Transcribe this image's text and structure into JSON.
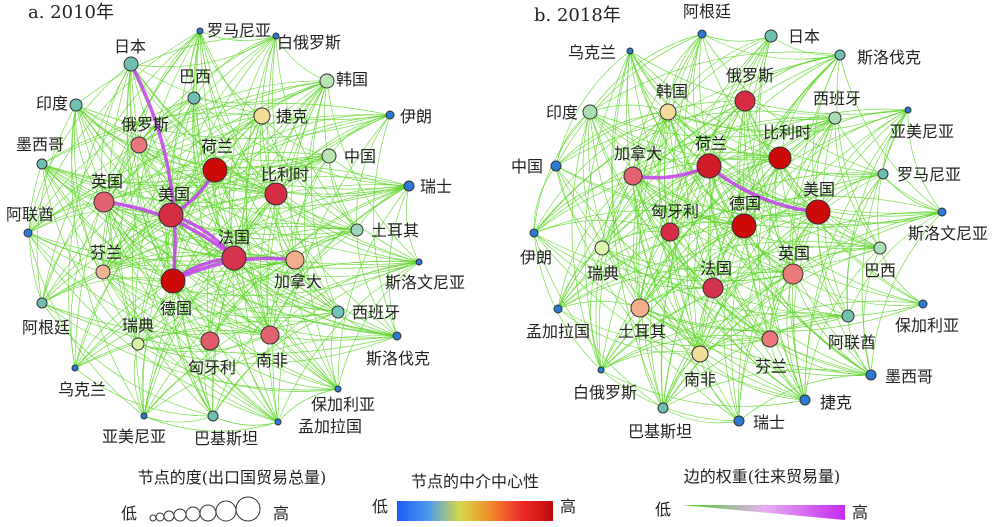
{
  "panels": [
    {
      "title": "a. 2010年",
      "nodes": [
        {
          "name": "日本",
          "color": "#6fbfb0"
        },
        {
          "name": "罗马尼亚",
          "color": "#2a7ad6"
        },
        {
          "name": "白俄罗斯",
          "color": "#2a7ad6"
        },
        {
          "name": "巴西",
          "color": "#6fbfb0"
        },
        {
          "name": "韩国",
          "color": "#b9e6b0"
        },
        {
          "name": "印度",
          "color": "#6fbfb0"
        },
        {
          "name": "捷克",
          "color": "#f2dc9a"
        },
        {
          "name": "伊朗",
          "color": "#2a7ad6"
        },
        {
          "name": "俄罗斯",
          "color": "#e8767a"
        },
        {
          "name": "墨西哥",
          "color": "#6fbfb0"
        },
        {
          "name": "荷兰",
          "color": "#cc0a0a"
        },
        {
          "name": "中国",
          "color": "#b9e6b0"
        },
        {
          "name": "比利时",
          "color": "#d62d44"
        },
        {
          "name": "瑞士",
          "color": "#2a7ad6"
        },
        {
          "name": "英国",
          "color": "#e0636f"
        },
        {
          "name": "美国",
          "color": "#d42d45"
        },
        {
          "name": "阿联酋",
          "color": "#2a7ad6"
        },
        {
          "name": "土耳其",
          "color": "#9ad6b8"
        },
        {
          "name": "法国",
          "color": "#d6344e"
        },
        {
          "name": "加拿大",
          "color": "#f2ae8a"
        },
        {
          "name": "芬兰",
          "color": "#f2b48e"
        },
        {
          "name": "德国",
          "color": "#cc0a0a"
        },
        {
          "name": "斯洛文尼亚",
          "color": "#2a7ad6"
        },
        {
          "name": "阿根廷",
          "color": "#6fbfb0"
        },
        {
          "name": "西班牙",
          "color": "#6fc6b6"
        },
        {
          "name": "瑞典",
          "color": "#d8f2a8"
        },
        {
          "name": "匈牙利",
          "color": "#e05a6a"
        },
        {
          "name": "南非",
          "color": "#e0636f"
        },
        {
          "name": "斯洛伐克",
          "color": "#2a7ad6"
        },
        {
          "name": "乌克兰",
          "color": "#2a7ad6"
        },
        {
          "name": "保加利亚",
          "color": "#2a7ad6"
        },
        {
          "name": "亚美尼亚",
          "color": "#2a7ad6"
        },
        {
          "name": "巴基斯坦",
          "color": "#6fbfb0"
        },
        {
          "name": "孟加拉国",
          "color": "#2a7ad6"
        }
      ],
      "highlight_edges": [
        [
          "日本",
          "德国"
        ],
        [
          "荷兰",
          "美国"
        ],
        [
          "美国",
          "法国"
        ],
        [
          "德国",
          "加拿大"
        ],
        [
          "英国",
          "法国"
        ],
        [
          "德国",
          "法国"
        ]
      ]
    },
    {
      "title": "b. 2018年",
      "nodes": [
        {
          "name": "阿根廷",
          "color": "#2a7ad6"
        },
        {
          "name": "日本",
          "color": "#6fbfb0"
        },
        {
          "name": "乌克兰",
          "color": "#2a7ad6"
        },
        {
          "name": "斯洛伐克",
          "color": "#6fbfb0"
        },
        {
          "name": "俄罗斯",
          "color": "#d62d44"
        },
        {
          "name": "韩国",
          "color": "#f2dc9a"
        },
        {
          "name": "印度",
          "color": "#a8e0b4"
        },
        {
          "name": "西班牙",
          "color": "#a8e0b4"
        },
        {
          "name": "亚美尼亚",
          "color": "#2a7ad6"
        },
        {
          "name": "比利时",
          "color": "#cc0a0a"
        },
        {
          "name": "荷兰",
          "color": "#d01a2a"
        },
        {
          "name": "加拿大",
          "color": "#e0636f"
        },
        {
          "name": "中国",
          "color": "#2a7ad6"
        },
        {
          "name": "罗马尼亚",
          "color": "#6fbfb0"
        },
        {
          "name": "美国",
          "color": "#cc0a0a"
        },
        {
          "name": "斯洛文尼亚",
          "color": "#2a7ad6"
        },
        {
          "name": "德国",
          "color": "#cc0a0a"
        },
        {
          "name": "匈牙利",
          "color": "#d42d45"
        },
        {
          "name": "伊朗",
          "color": "#2a7ad6"
        },
        {
          "name": "瑞典",
          "color": "#def6b0"
        },
        {
          "name": "巴西",
          "color": "#a8e0b4"
        },
        {
          "name": "英国",
          "color": "#e87a7a"
        },
        {
          "name": "法国",
          "color": "#d6344e"
        },
        {
          "name": "土耳其",
          "color": "#f2ae8a"
        },
        {
          "name": "孟加拉国",
          "color": "#2a7ad6"
        },
        {
          "name": "阿联酋",
          "color": "#6fbfb0"
        },
        {
          "name": "保加利亚",
          "color": "#2a7ad6"
        },
        {
          "name": "芬兰",
          "color": "#e8767a"
        },
        {
          "name": "南非",
          "color": "#f2dc9a"
        },
        {
          "name": "墨西哥",
          "color": "#2a7ad6"
        },
        {
          "name": "白俄罗斯",
          "color": "#2a7ad6"
        },
        {
          "name": "捷克",
          "color": "#2a7ad6"
        },
        {
          "name": "巴基斯坦",
          "color": "#6fbfb0"
        },
        {
          "name": "瑞士",
          "color": "#2a7ad6"
        }
      ],
      "highlight_edges": [
        [
          "加拿大",
          "荷兰"
        ],
        [
          "荷兰",
          "美国"
        ]
      ]
    }
  ],
  "legend": {
    "degree": {
      "title": "节点的度(出口国贸易总量)",
      "low": "低",
      "high": "高"
    },
    "betweenness": {
      "title": "节点的中介中心性",
      "low": "低",
      "high": "高",
      "colors": [
        "#1f5bf0",
        "#4a9af0",
        "#d6d84a",
        "#f08a2a",
        "#ee2a2a",
        "#c00a0a"
      ]
    },
    "weight": {
      "title": "边的权重(往来贸易量)",
      "low": "低",
      "high": "高",
      "colors": [
        "#3fcf1a",
        "#e8b0f2",
        "#c42af0"
      ]
    }
  },
  "colors": {
    "edge": "#5fd62a",
    "highlight_edge": "#c43ef0"
  }
}
